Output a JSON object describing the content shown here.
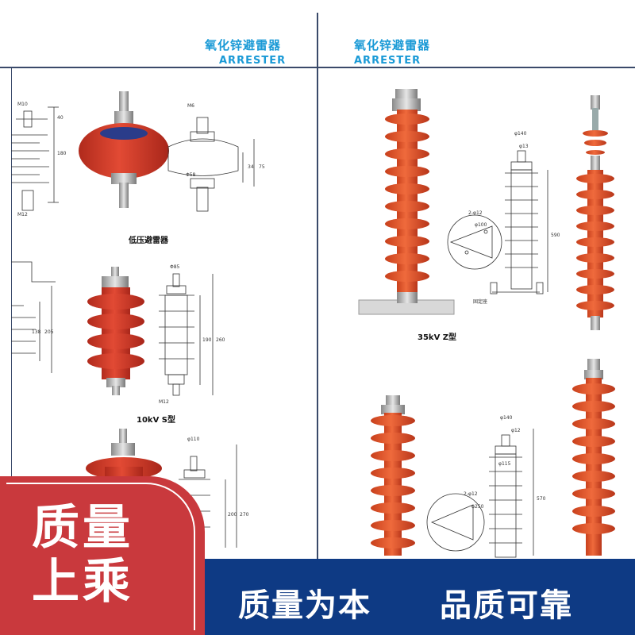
{
  "header_left": {
    "cn": "氧化锌避雷器",
    "en": "ARRESTER"
  },
  "header_right": {
    "cn": "氧化锌避雷器",
    "en": "ARRESTER"
  },
  "captions": {
    "low_voltage": "低压避雷器",
    "s_type": "10kV S型",
    "z_type": "35kV Z型"
  },
  "dimensions": {
    "a": {
      "m10": "M10",
      "d40": "40",
      "d180": "180",
      "m12": "M12"
    },
    "b": {
      "m6": "M6",
      "phi58": "Φ58",
      "d34": "34",
      "d75": "75"
    },
    "c": {
      "d138": "138",
      "d205": "205"
    },
    "d": {
      "phi85": "Φ85",
      "d190": "190",
      "d260": "260",
      "m12": "M12"
    },
    "e": {
      "phi110": "φ110",
      "d200": "200",
      "d270": "270"
    },
    "f": {
      "phi140": "φ140",
      "phi13": "φ13",
      "phi100": "φ100",
      "d590": "590",
      "hole": "2-φ12",
      "base": "固定座"
    },
    "g": {
      "phi140": "φ140",
      "phi12": "φ12",
      "phi115": "φ115",
      "phi250": "φ250",
      "hole": "2-φ12",
      "d570": "570"
    }
  },
  "badge": {
    "line1": "质量",
    "line2": "上乘"
  },
  "slogans": {
    "left": "质量为本",
    "right": "品质可靠"
  },
  "colors": {
    "header": "#1a9ad6",
    "arrester_orange": "#e8552a",
    "band": "#0e3a84",
    "badge": "#c9393d"
  }
}
